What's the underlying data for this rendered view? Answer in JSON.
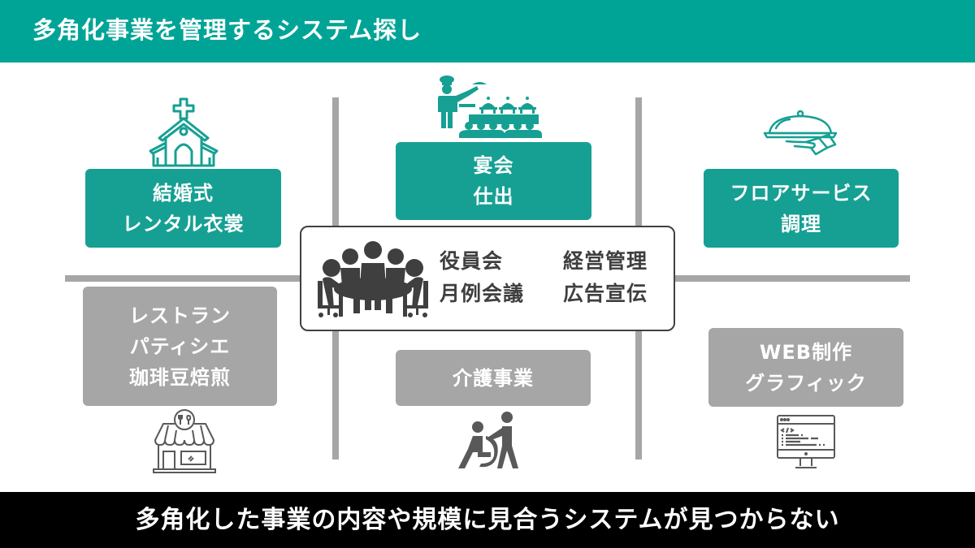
{
  "header": {
    "title": "多角化事業を管理するシステム探し"
  },
  "footer": {
    "message": "多角化した事業の内容や規模に見合うシステムが見つからない"
  },
  "colors": {
    "teal": "#16a093",
    "header_teal": "#00a496",
    "gray": "#a6a6a6",
    "dark": "#3f3f3f",
    "footer": "#000000"
  },
  "businesses": {
    "wedding": {
      "lines": [
        "結婚式",
        "レンタル衣裳"
      ],
      "icon": "church-icon",
      "status": "active"
    },
    "banquet": {
      "lines": [
        "宴会",
        "仕出"
      ],
      "icon": "catering-icon",
      "status": "active"
    },
    "floor": {
      "lines": [
        "フロアサービス",
        "調理"
      ],
      "icon": "cloche-serving-icon",
      "status": "active"
    },
    "restaurant": {
      "lines": [
        "レストラン",
        "パティシエ",
        "珈琲豆焙煎"
      ],
      "icon": "storefront-icon",
      "status": "inactive"
    },
    "care": {
      "lines": [
        "介護事業"
      ],
      "icon": "wheelchair-care-icon",
      "status": "inactive"
    },
    "web": {
      "lines": [
        "WEB制作",
        "グラフィック"
      ],
      "icon": "code-monitor-icon",
      "status": "inactive"
    }
  },
  "center": {
    "icon": "board-meeting-icon",
    "items": [
      "役員会",
      "経営管理",
      "月例会議",
      "広告宣伝"
    ]
  }
}
